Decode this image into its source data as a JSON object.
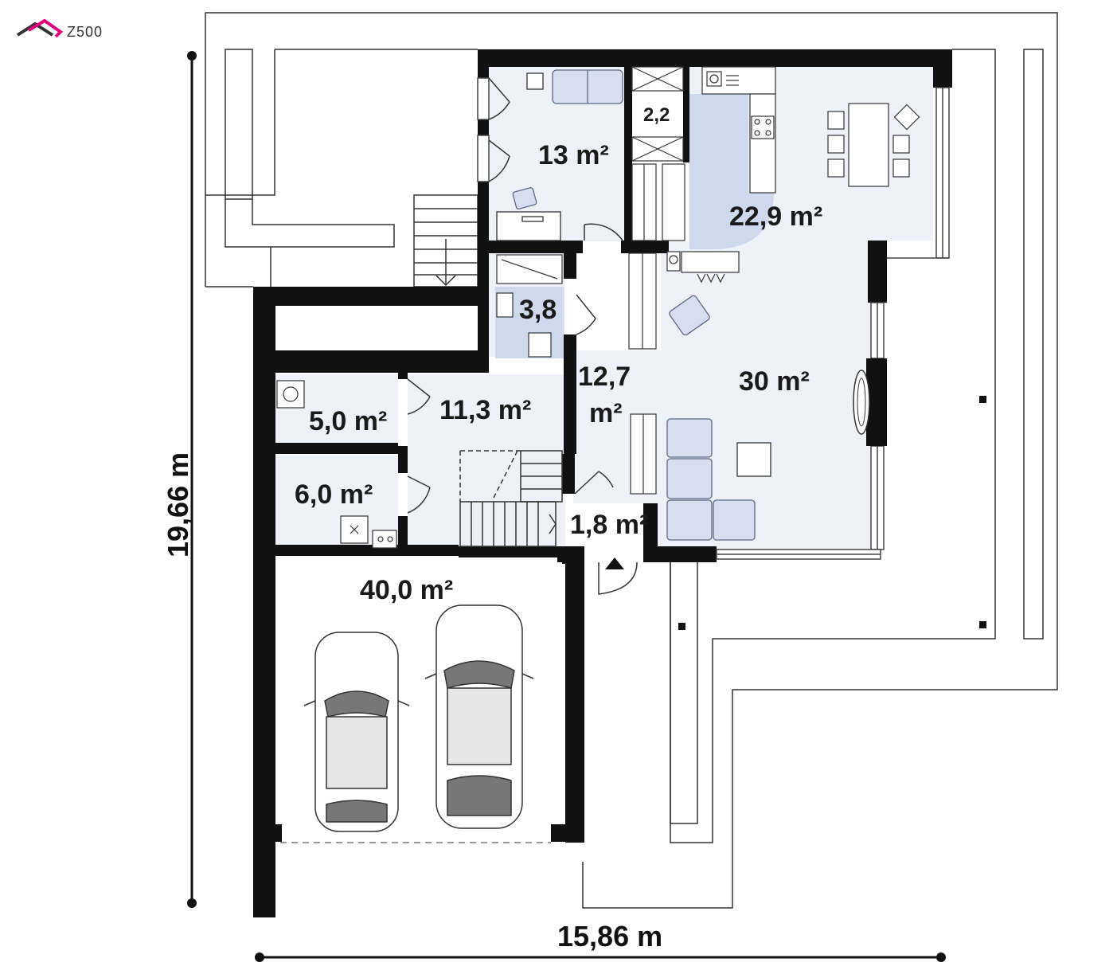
{
  "logo": {
    "text": "Z500",
    "brand_color": "#e4007c"
  },
  "dimensions": {
    "width": "15,86 m",
    "height": "19,66 m"
  },
  "rooms": {
    "r13": {
      "area": "13 m²"
    },
    "r22_9": {
      "area": "22,9 m²"
    },
    "r2_2": {
      "area": "2,2"
    },
    "r3_8": {
      "area": "3,8"
    },
    "r12_7": {
      "area_line1": "12,7",
      "area_line2": "m²"
    },
    "r30": {
      "area": "30 m²"
    },
    "r5_0": {
      "area": "5,0 m²"
    },
    "r11_3": {
      "area": "11,3 m²"
    },
    "r6_0": {
      "area": "6,0 m²"
    },
    "r1_8": {
      "area": "1,8 m²"
    },
    "r40_0": {
      "area": "40,0 m²"
    }
  },
  "colors": {
    "wall": "#111111",
    "floor_tint": "#eef1f8",
    "furniture_fill": "#d6deef",
    "furniture_stroke": "#5a6a88"
  }
}
